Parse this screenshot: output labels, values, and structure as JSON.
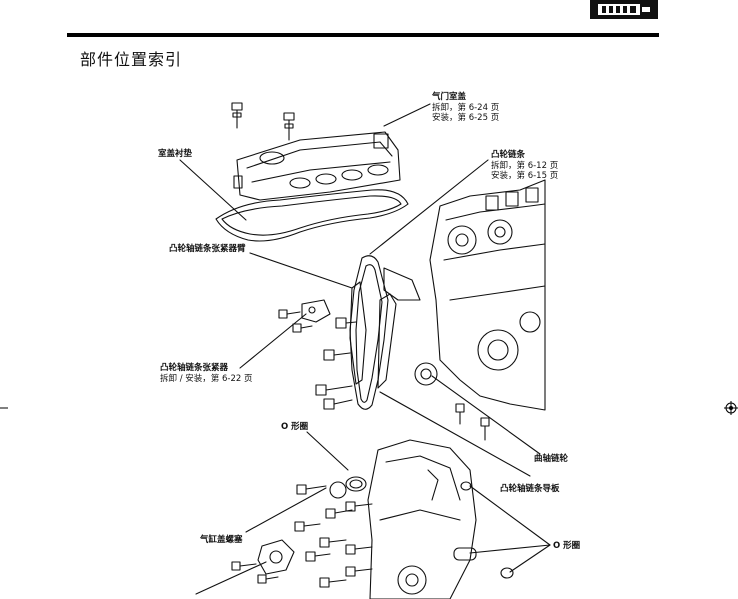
{
  "page": {
    "title": "部件位置索引"
  },
  "icons": {
    "section_tab": "engine-block-tab-icon",
    "registration": "crosshair-registration-icon"
  },
  "labels": {
    "valve_cover": {
      "title": "气门室盖",
      "line1": "拆卸，第 6-24 页",
      "line2": "安装，第 6-25 页"
    },
    "cover_gasket": {
      "title": "室盖衬垫"
    },
    "cam_chain": {
      "title": "凸轮链条",
      "line1": "拆卸，第 6-12 页",
      "line2": "安装，第 6-15 页"
    },
    "tensioner_arm": {
      "title": "凸轮轴链条张紧器臂"
    },
    "tensioner": {
      "title": "凸轮轴链条张紧器",
      "line1": "拆卸 / 安装，第 6-22 页"
    },
    "oring_top": {
      "title": "O 形圈"
    },
    "crank_sprocket": {
      "title": "曲轴链轮"
    },
    "chain_guide": {
      "title": "凸轮轴链条导板"
    },
    "cylinder_plug": {
      "title": "气缸盖螺塞"
    },
    "oring_right": {
      "title": "O 形圈"
    }
  }
}
